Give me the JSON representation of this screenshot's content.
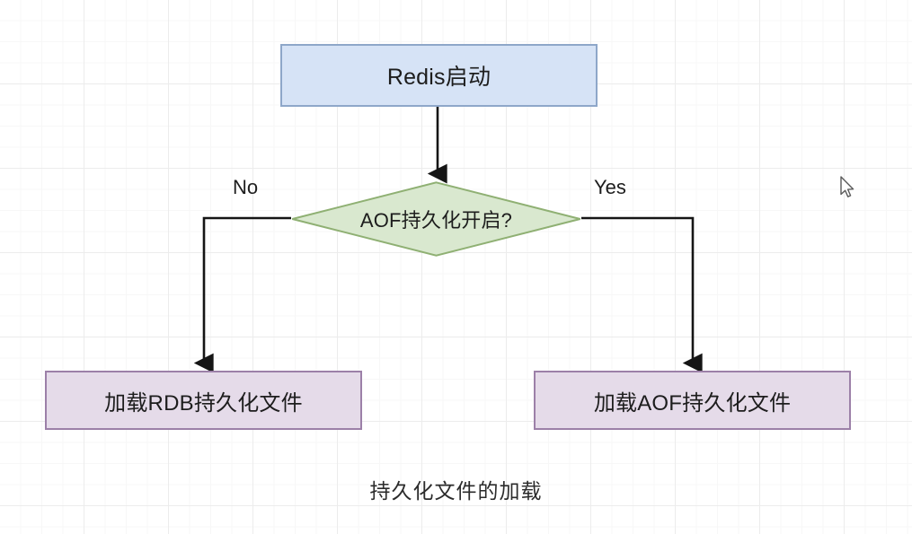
{
  "diagram": {
    "caption": "持久化文件的加载",
    "nodes": {
      "start": {
        "label": "Redis启动",
        "shape": "rectangle",
        "fill": "#d6e3f6",
        "stroke": "#8ea7c9"
      },
      "decision": {
        "label": "AOF持久化开启?",
        "shape": "diamond",
        "fill": "#d9e8cf",
        "stroke": "#8fb073"
      },
      "rdb": {
        "label": "加载RDB持久化文件",
        "shape": "rectangle",
        "fill": "#e5dbe9",
        "stroke": "#9c80a8"
      },
      "aof": {
        "label": "加载AOF持久化文件",
        "shape": "rectangle",
        "fill": "#e5dbe9",
        "stroke": "#9c80a8"
      }
    },
    "edges": [
      {
        "from": "start",
        "to": "decision",
        "label": ""
      },
      {
        "from": "decision",
        "to": "rdb",
        "label": "No"
      },
      {
        "from": "decision",
        "to": "aof",
        "label": "Yes"
      }
    ],
    "edge_labels": {
      "no": "No",
      "yes": "Yes"
    },
    "edge_color": "#151515"
  },
  "cursor": {
    "icon": "mouse-pointer-icon"
  }
}
